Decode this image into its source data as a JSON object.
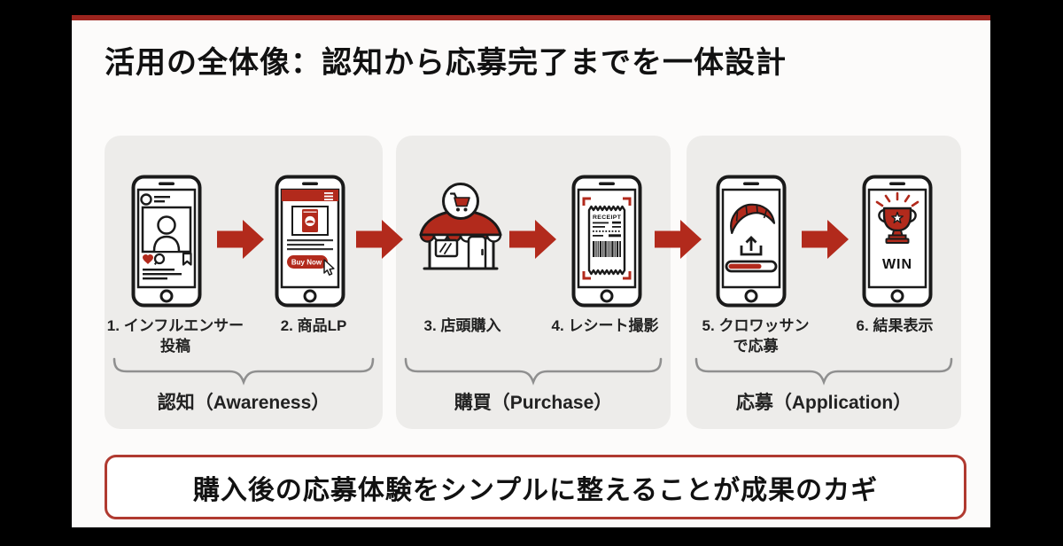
{
  "slide": {
    "title": "活用の全体像：認知から応募完了までを一体設計",
    "callout": "購入後の応募体験をシンプルに整えることが成果のカギ"
  },
  "colors": {
    "accent_red": "#b22a1c",
    "top_bar_red": "#9c241e",
    "panel_background": "#edecea",
    "brace_gray": "#8f8f8f",
    "text_dark": "#1a1a1a"
  },
  "groups": [
    {
      "label": "認知（Awareness）",
      "steps": [
        {
          "label": "1. インフルエンサー\n投稿",
          "icon": "influencer-post-phone-icon"
        },
        {
          "label": "2. 商品LP",
          "icon": "product-lp-phone-icon"
        }
      ]
    },
    {
      "label": "購買（Purchase）",
      "steps": [
        {
          "label": "3. 店頭購入",
          "icon": "storefront-icon"
        },
        {
          "label": "4. レシート撮影",
          "icon": "receipt-scan-phone-icon"
        }
      ]
    },
    {
      "label": "応募（Application）",
      "steps": [
        {
          "label": "5. クロワッサン\nで応募",
          "icon": "croissant-upload-phone-icon"
        },
        {
          "label": "6. 結果表示",
          "icon": "result-win-phone-icon"
        }
      ]
    }
  ],
  "icon_texts": {
    "buy_now": "Buy Now",
    "receipt": "RECEIPT",
    "win": "WIN"
  }
}
